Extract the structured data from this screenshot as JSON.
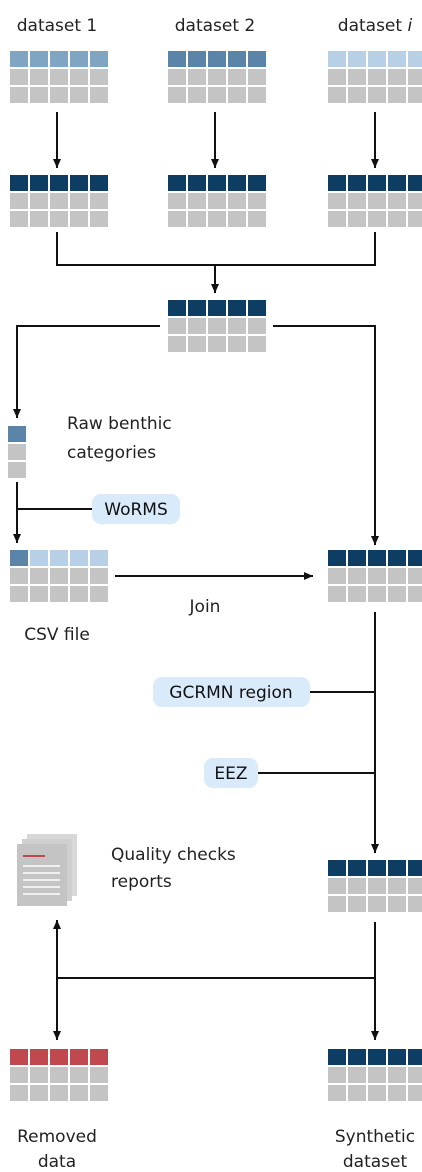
{
  "diagram": {
    "labels": {
      "dataset_1": "dataset 1",
      "dataset_2": "dataset 2",
      "dataset_i_prefix": "dataset",
      "dataset_i_suffix": "i",
      "raw_benthic_line1": "Raw benthic",
      "raw_benthic_line2": "categories",
      "join": "Join",
      "csv_file": "CSV file",
      "quality_line1": "Quality checks",
      "quality_line2": "reports",
      "removed_line1": "Removed",
      "removed_line2": "data",
      "synthetic_line1": "Synthetic",
      "synthetic_line2": "dataset"
    },
    "tags": {
      "worms": "WoRMS",
      "gcrmn_region": "GCRMN region",
      "eez": "EEZ"
    },
    "colors": {
      "dark_header": "#0d3d63",
      "header_ds1": "#7fa5c3",
      "header_ds2": "#5b85a8",
      "header_dsi": "#b7d0e6",
      "raw_cell": "#5b85a8",
      "grey_cell": "#c4c4c4",
      "removed_header": "#c0484f",
      "tag_fill": "#d9eafa"
    }
  }
}
